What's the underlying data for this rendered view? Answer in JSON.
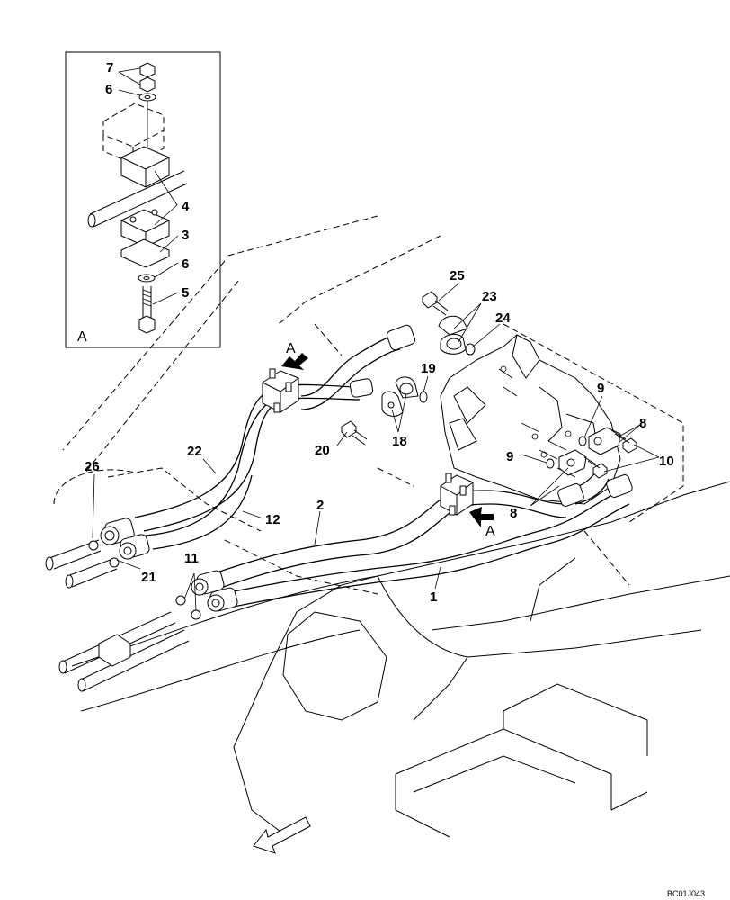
{
  "detail_view_label": "A",
  "drawing_code": "BC01J043",
  "view_markers": [
    "A",
    "A"
  ],
  "callouts": [
    "1",
    "2",
    "3",
    "4",
    "5",
    "6",
    "6",
    "7",
    "8",
    "8",
    "9",
    "9",
    "10",
    "11",
    "12",
    "18",
    "19",
    "20",
    "21",
    "22",
    "23",
    "24",
    "25",
    "26"
  ]
}
